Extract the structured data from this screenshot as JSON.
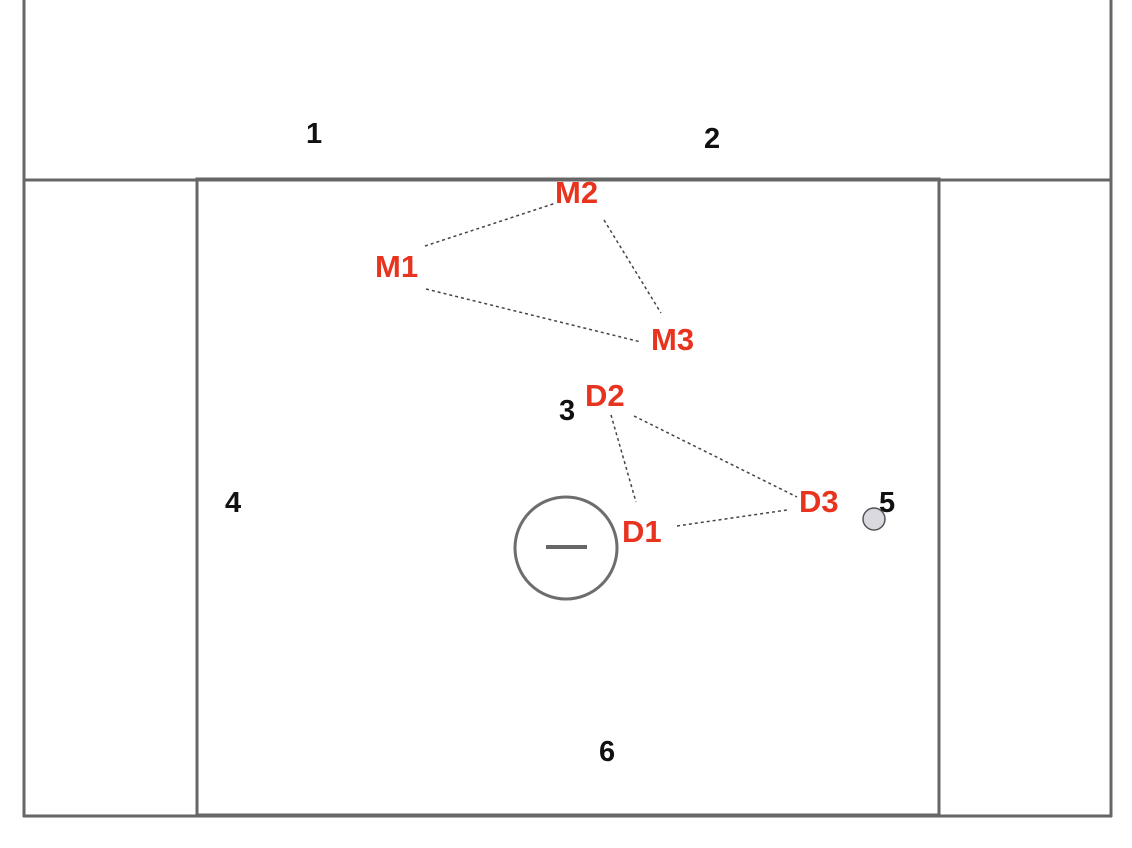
{
  "colors": {
    "field_lines": "#666666",
    "players": "#e8331f",
    "positions": "#111111",
    "ball": "#d9d9df",
    "links": "#444444"
  },
  "positions": [
    {
      "id": "1",
      "label": "1"
    },
    {
      "id": "2",
      "label": "2"
    },
    {
      "id": "3",
      "label": "3"
    },
    {
      "id": "4",
      "label": "4"
    },
    {
      "id": "5",
      "label": "5"
    },
    {
      "id": "6",
      "label": "6"
    }
  ],
  "players": [
    {
      "id": "M1",
      "label": "M1"
    },
    {
      "id": "M2",
      "label": "M2"
    },
    {
      "id": "M3",
      "label": "M3"
    },
    {
      "id": "D1",
      "label": "D1"
    },
    {
      "id": "D2",
      "label": "D2"
    },
    {
      "id": "D3",
      "label": "D3"
    }
  ],
  "links": [
    [
      "M1",
      "M2"
    ],
    [
      "M2",
      "M3"
    ],
    [
      "M1",
      "M3"
    ],
    [
      "D2",
      "D1"
    ],
    [
      "D2",
      "D3"
    ],
    [
      "D1",
      "D3"
    ]
  ],
  "goal": {
    "icon": "goal-crease-icon"
  },
  "ball": {
    "icon": "ball-icon"
  }
}
